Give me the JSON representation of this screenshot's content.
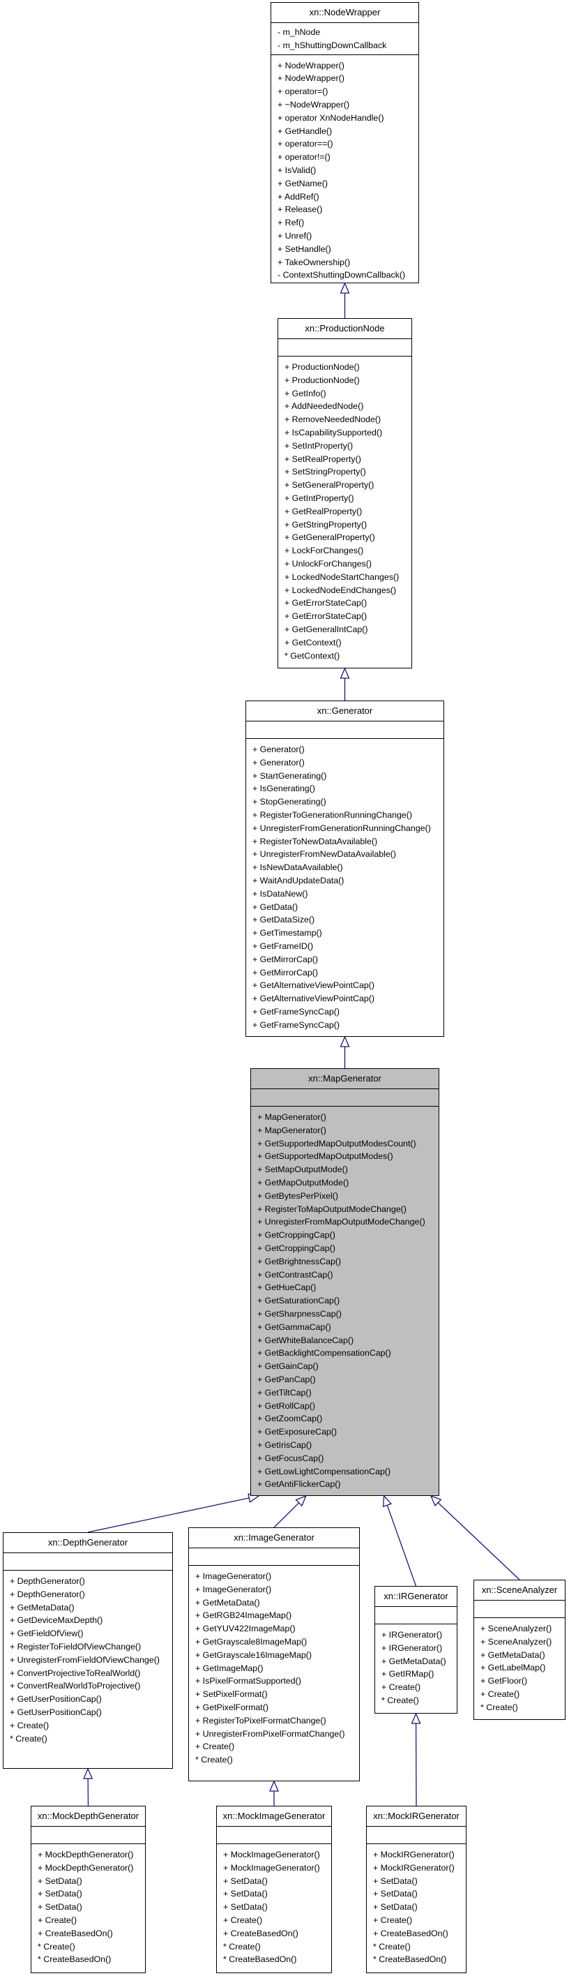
{
  "classes": {
    "node_wrapper": {
      "name": "xn::NodeWrapper",
      "attributes": [
        "- m_hNode",
        "- m_hShuttingDownCallback"
      ],
      "operations": [
        "+ NodeWrapper()",
        "+ NodeWrapper()",
        "+ operator=()",
        "+ ~NodeWrapper()",
        "+ operator XnNodeHandle()",
        "+ GetHandle()",
        "+ operator==()",
        "+ operator!=()",
        "+ IsValid()",
        "+ GetName()",
        "+ AddRef()",
        "+ Release()",
        "+ Ref()",
        "+ Unref()",
        "+ SetHandle()",
        "+ TakeOwnership()",
        "- ContextShuttingDownCallback()"
      ]
    },
    "production_node": {
      "name": "xn::ProductionNode",
      "attributes": [],
      "operations": [
        "+ ProductionNode()",
        "+ ProductionNode()",
        "+ GetInfo()",
        "+ AddNeededNode()",
        "+ RemoveNeededNode()",
        "+ IsCapabilitySupported()",
        "+ SetIntProperty()",
        "+ SetRealProperty()",
        "+ SetStringProperty()",
        "+ SetGeneralProperty()",
        "+ GetIntProperty()",
        "+ GetRealProperty()",
        "+ GetStringProperty()",
        "+ GetGeneralProperty()",
        "+ LockForChanges()",
        "+ UnlockForChanges()",
        "+ LockedNodeStartChanges()",
        "+ LockedNodeEndChanges()",
        "+ GetErrorStateCap()",
        "+ GetErrorStateCap()",
        "+ GetGeneralIntCap()",
        "+ GetContext()",
        "* GetContext()"
      ]
    },
    "generator": {
      "name": "xn::Generator",
      "attributes": [],
      "operations": [
        "+ Generator()",
        "+ Generator()",
        "+ StartGenerating()",
        "+ IsGenerating()",
        "+ StopGenerating()",
        "+ RegisterToGenerationRunningChange()",
        "+ UnregisterFromGenerationRunningChange()",
        "+ RegisterToNewDataAvailable()",
        "+ UnregisterFromNewDataAvailable()",
        "+ IsNewDataAvailable()",
        "+ WaitAndUpdateData()",
        "+ IsDataNew()",
        "+ GetData()",
        "+ GetDataSize()",
        "+ GetTimestamp()",
        "+ GetFrameID()",
        "+ GetMirrorCap()",
        "+ GetMirrorCap()",
        "+ GetAlternativeViewPointCap()",
        "+ GetAlternativeViewPointCap()",
        "+ GetFrameSyncCap()",
        "+ GetFrameSyncCap()"
      ]
    },
    "map_generator": {
      "name": "xn::MapGenerator",
      "attributes": [],
      "operations": [
        "+ MapGenerator()",
        "+ MapGenerator()",
        "+ GetSupportedMapOutputModesCount()",
        "+ GetSupportedMapOutputModes()",
        "+ SetMapOutputMode()",
        "+ GetMapOutputMode()",
        "+ GetBytesPerPixel()",
        "+ RegisterToMapOutputModeChange()",
        "+ UnregisterFromMapOutputModeChange()",
        "+ GetCroppingCap()",
        "+ GetCroppingCap()",
        "+ GetBrightnessCap()",
        "+ GetContrastCap()",
        "+ GetHueCap()",
        "+ GetSaturationCap()",
        "+ GetSharpnessCap()",
        "+ GetGammaCap()",
        "+ GetWhiteBalanceCap()",
        "+ GetBacklightCompensationCap()",
        "+ GetGainCap()",
        "+ GetPanCap()",
        "+ GetTiltCap()",
        "+ GetRollCap()",
        "+ GetZoomCap()",
        "+ GetExposureCap()",
        "+ GetIrisCap()",
        "+ GetFocusCap()",
        "+ GetLowLightCompensationCap()",
        "+ GetAntiFlickerCap()"
      ]
    },
    "depth_generator": {
      "name": "xn::DepthGenerator",
      "attributes": [],
      "operations": [
        "+ DepthGenerator()",
        "+ DepthGenerator()",
        "+ GetMetaData()",
        "+ GetDeviceMaxDepth()",
        "+ GetFieldOfView()",
        "+ RegisterToFieldOfViewChange()",
        "+ UnregisterFromFieldOfViewChange()",
        "+ ConvertProjectiveToRealWorld()",
        "+ ConvertRealWorldToProjective()",
        "+ GetUserPositionCap()",
        "+ GetUserPositionCap()",
        "+ Create()",
        "* Create()"
      ]
    },
    "image_generator": {
      "name": "xn::ImageGenerator",
      "attributes": [],
      "operations": [
        "+ ImageGenerator()",
        "+ ImageGenerator()",
        "+ GetMetaData()",
        "+ GetRGB24ImageMap()",
        "+ GetYUV422ImageMap()",
        "+ GetGrayscale8ImageMap()",
        "+ GetGrayscale16ImageMap()",
        "+ GetImageMap()",
        "+ IsPixelFormatSupported()",
        "+ SetPixelFormat()",
        "+ GetPixelFormat()",
        "+ RegisterToPixelFormatChange()",
        "+ UnregisterFromPixelFormatChange()",
        "+ Create()",
        "* Create()"
      ]
    },
    "ir_generator": {
      "name": "xn::IRGenerator",
      "attributes": [],
      "operations": [
        "+ IRGenerator()",
        "+ IRGenerator()",
        "+ GetMetaData()",
        "+ GetIRMap()",
        "+ Create()",
        "* Create()"
      ]
    },
    "scene_analyzer": {
      "name": "xn::SceneAnalyzer",
      "attributes": [],
      "operations": [
        "+ SceneAnalyzer()",
        "+ SceneAnalyzer()",
        "+ GetMetaData()",
        "+ GetLabelMap()",
        "+ GetFloor()",
        "+ Create()",
        "* Create()"
      ]
    },
    "mock_depth_generator": {
      "name": "xn::MockDepthGenerator",
      "attributes": [],
      "operations": [
        "+ MockDepthGenerator()",
        "+ MockDepthGenerator()",
        "+ SetData()",
        "+ SetData()",
        "+ SetData()",
        "+ Create()",
        "+ CreateBasedOn()",
        "* Create()",
        "* CreateBasedOn()"
      ]
    },
    "mock_image_generator": {
      "name": "xn::MockImageGenerator",
      "attributes": [],
      "operations": [
        "+ MockImageGenerator()",
        "+ MockImageGenerator()",
        "+ SetData()",
        "+ SetData()",
        "+ SetData()",
        "+ Create()",
        "+ CreateBasedOn()",
        "* Create()",
        "* CreateBasedOn()"
      ]
    },
    "mock_ir_generator": {
      "name": "xn::MockIRGenerator",
      "attributes": [],
      "operations": [
        "+ MockIRGenerator()",
        "+ MockIRGenerator()",
        "+ SetData()",
        "+ SetData()",
        "+ SetData()",
        "+ Create()",
        "+ CreateBasedOn()",
        "* Create()",
        "* CreateBasedOn()"
      ]
    }
  },
  "inheritance": [
    {
      "child": "production_node",
      "parent": "node_wrapper"
    },
    {
      "child": "generator",
      "parent": "production_node"
    },
    {
      "child": "map_generator",
      "parent": "generator"
    },
    {
      "child": "depth_generator",
      "parent": "map_generator"
    },
    {
      "child": "image_generator",
      "parent": "map_generator"
    },
    {
      "child": "ir_generator",
      "parent": "map_generator"
    },
    {
      "child": "scene_analyzer",
      "parent": "map_generator"
    },
    {
      "child": "mock_depth_generator",
      "parent": "depth_generator"
    },
    {
      "child": "mock_image_generator",
      "parent": "image_generator"
    },
    {
      "child": "mock_ir_generator",
      "parent": "ir_generator"
    }
  ],
  "colors": {
    "edge": "#191970",
    "highlight_fill": "#bfbfbf",
    "box_border": "#000000"
  }
}
